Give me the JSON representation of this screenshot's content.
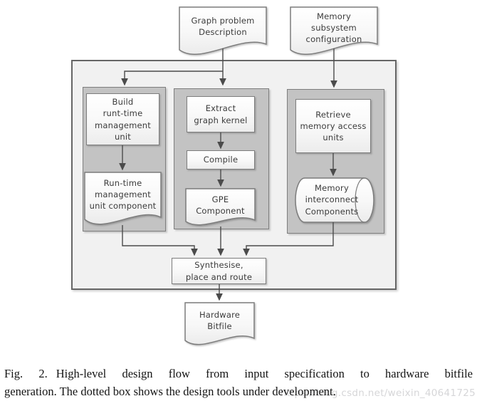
{
  "figure": {
    "caption": {
      "fig": "Fig. 2.",
      "line1": "High-level design flow from input specification to hardware bitfile",
      "line2": "generation. The dotted box shows the design tools under development."
    },
    "watermark": "https://blog.csdn.net/weixin_40641725"
  },
  "nodes": {
    "graph_problem": "Graph problem\nDescription",
    "memory_config": "Memory\nsubsystem\nconfiguration",
    "build_runtime": "Build\nrunt-time\nmanagement\nunit",
    "runtime_component": "Run-time\nmanagement\nunit component",
    "extract_kernel": "Extract\ngraph kernel",
    "compile": "Compile",
    "gpe_component": "GPE\nComponent",
    "retrieve_memory": "Retrieve\nmemory access\nunits",
    "memory_interconnect": "Memory\ninterconnect\nComponents",
    "synthesise": "Synthesise,\nplace and route",
    "hardware_bitfile": "Hardware\nBitfile"
  },
  "colors": {
    "outer_box_fill": "#f1f1f1",
    "column_fill": "#c3c3c3",
    "box_border": "#7d7d7d",
    "connector": "#4b4b4b",
    "watermark_text": "#d6d6d8"
  }
}
